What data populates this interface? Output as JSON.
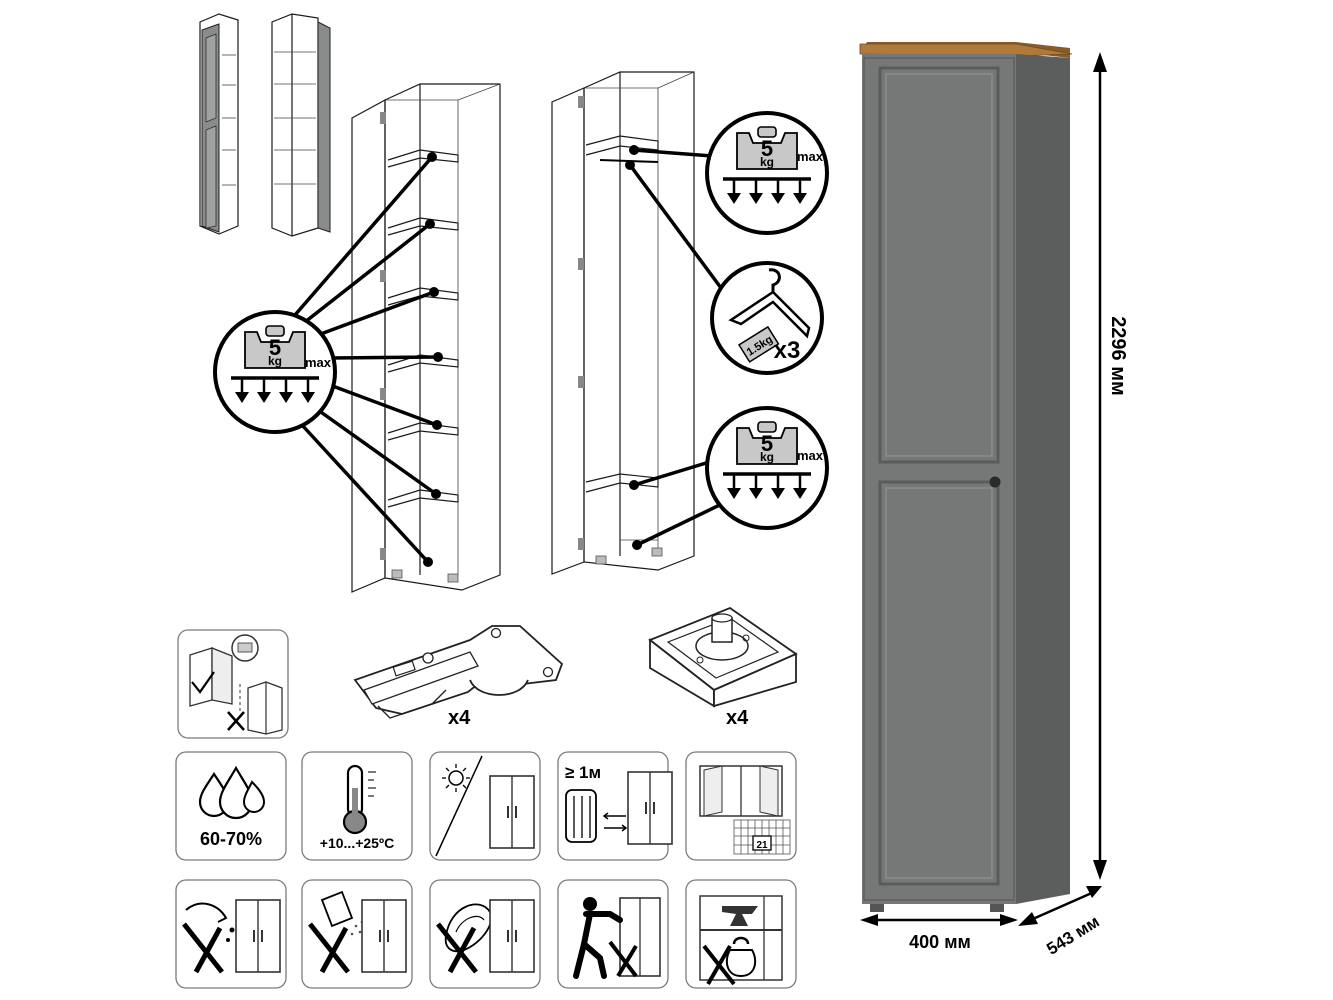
{
  "labels": {
    "max_load_unit": "kg",
    "max_load_value": "5",
    "max_label": "max",
    "hanger_load": "1.5kg",
    "hanger_count": "x3",
    "hinge_count": "x4",
    "leg_count": "x4",
    "humidity": "60-70%",
    "temperature": "+10...+25ºC",
    "min_distance": "≥ 1м",
    "calendar_day": "21"
  },
  "dimensions": {
    "height": "2296 мм",
    "width": "400 мм",
    "depth": "543 мм"
  },
  "colors": {
    "body_grey": "#6e7070",
    "door_grey": "#767878",
    "top_wood": "#b07a3a",
    "icon_grey": "#c8c8c8"
  },
  "icons": [
    "hinge-icon",
    "leg-leveler-icon",
    "door-adjust-icon",
    "humidity-icon",
    "temperature-icon",
    "no-sunlight-icon",
    "heater-distance-icon",
    "ventilation-icon",
    "no-water-icon",
    "no-abrasive-icon",
    "no-cloth-icon",
    "no-push-icon",
    "no-heavy-icon"
  ]
}
